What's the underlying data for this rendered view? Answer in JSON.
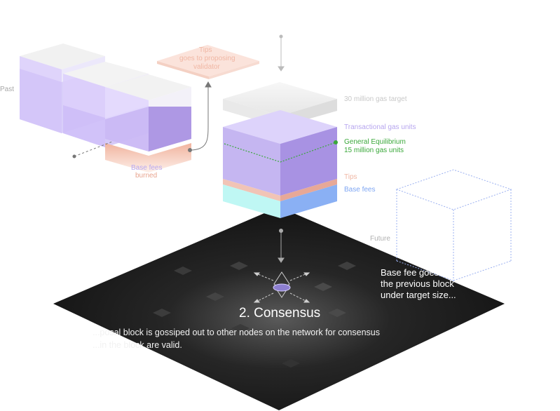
{
  "labels": {
    "past": "Past",
    "future": "Future",
    "tips_card_title": "Tips",
    "tips_card_line1": "goes to proposing",
    "tips_card_line2": "validator",
    "base_fees_burned_line1": "Base fees",
    "base_fees_burned_line2": "burned",
    "gas_target": "30 million gas target",
    "transactional_gas": "Transactional gas units",
    "equilibrium_line1": "General Equilibrium",
    "equilibrium_line2": "15 million gas units",
    "tips": "Tips",
    "base_fees": "Base fees"
  },
  "consensus": {
    "title": "2. Consensus",
    "body_line1": "...posal block is gossiped out to other nodes on the network for consensus",
    "body_line2": "...in the block are valid."
  },
  "future_note": {
    "line1": "Base fee goes",
    "line2": "the previous block",
    "line3": "under target size..."
  },
  "colors": {
    "purple": "#b9a6ef",
    "purple_dark": "#9b83de",
    "green": "#3aa83a",
    "tips_pink": "#f0b6a4",
    "base_blue": "#8db2f5",
    "cyan": "#b6f5f2",
    "platform": "#161616",
    "future_dots": "#9bb0f0"
  }
}
